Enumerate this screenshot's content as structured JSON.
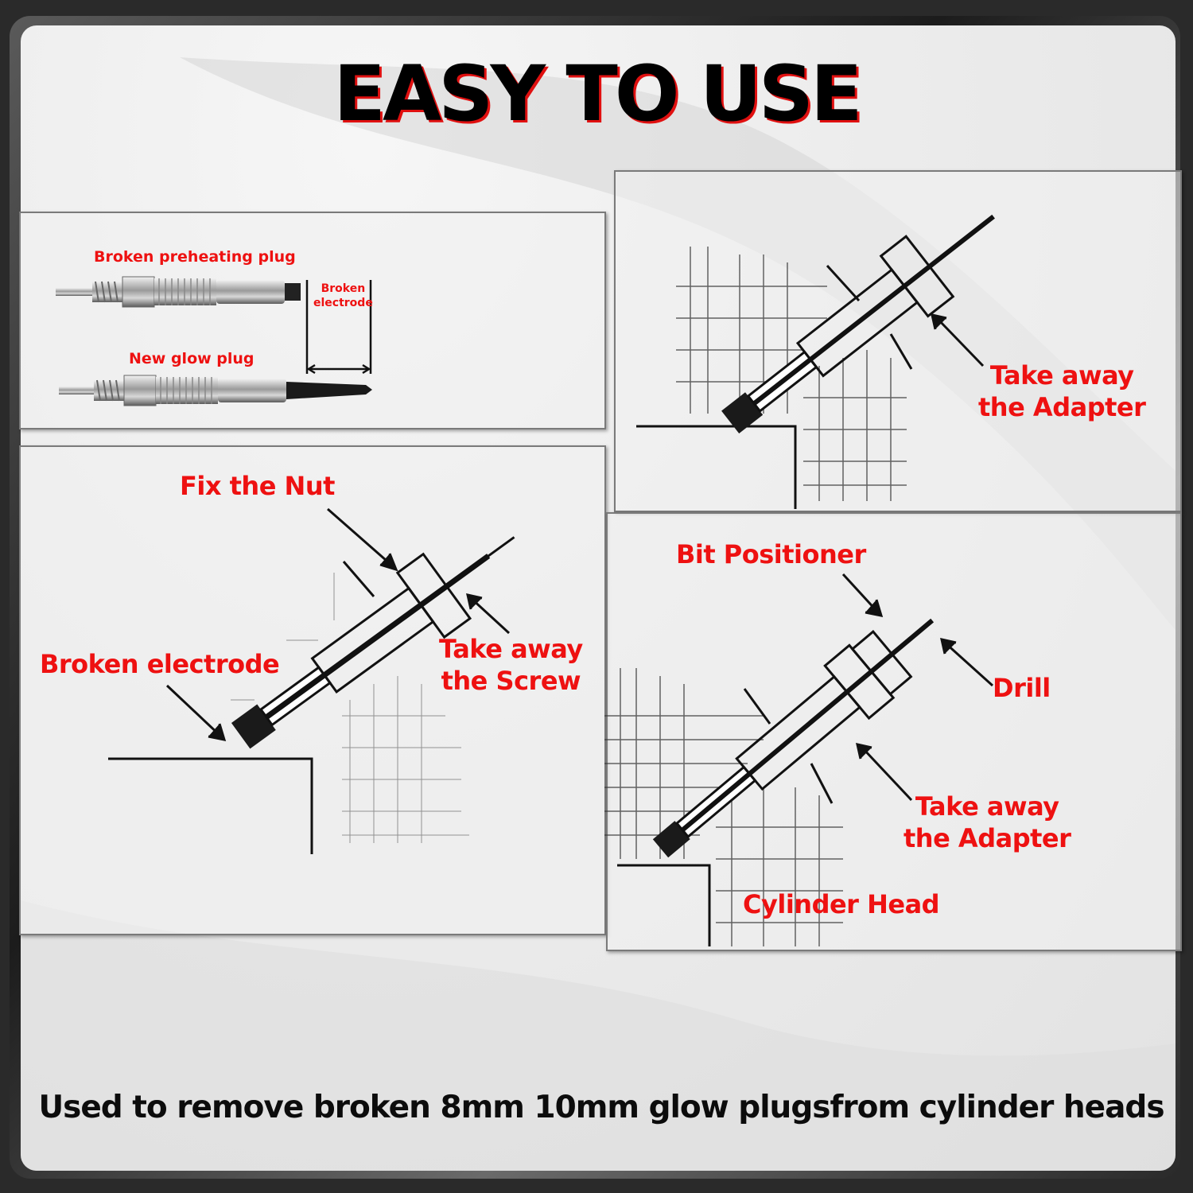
{
  "title": "EASY TO USE",
  "footer": "Used to remove broken 8mm 10mm glow plugsfrom cylinder heads",
  "panel_plugs": {
    "broken_plug_label": "Broken preheating plug",
    "new_plug_label": "New glow plug",
    "broken_electrode_label_line1": "Broken",
    "broken_electrode_label_line2": "electrode"
  },
  "panel_step1": {
    "fix_nut": "Fix the Nut",
    "broken_electrode": "Broken electrode",
    "take_away_screw_line1": "Take away",
    "take_away_screw_line2": "the Screw"
  },
  "panel_step2": {
    "take_away_adapter_line1": "Take away",
    "take_away_adapter_line2": "the Adapter"
  },
  "panel_step3": {
    "bit_positioner": "Bit Positioner",
    "drill": "Drill",
    "take_away_adapter_line1": "Take away",
    "take_away_adapter_line2": "the Adapter",
    "cylinder_head": "Cylinder Head"
  },
  "colors": {
    "label_red": "#ee1111",
    "title_shadow": "#e01010",
    "ink": "#111111"
  }
}
